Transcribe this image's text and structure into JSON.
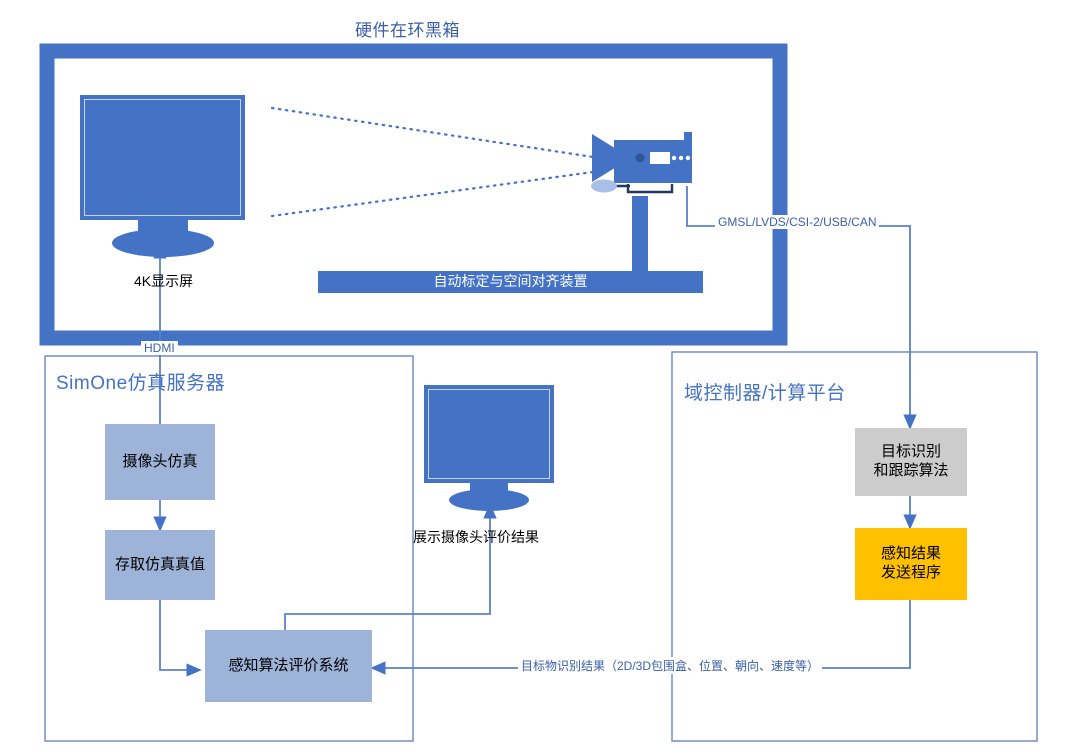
{
  "diagram": {
    "title": "硬件在环黑箱",
    "colors": {
      "frame_blue": "#4472C4",
      "panel_border": "#6A84C6",
      "light_blue_box": "#9DB3D8",
      "gray_box": "#CCCCCC",
      "orange_box": "#FFC000",
      "title_text": "#3A5FA8",
      "connector": "#5B81CE"
    }
  },
  "hil_box": {
    "monitor_label": "4K显示屏",
    "calibration_bar": "自动标定与空间对齐装置",
    "camera_icon": "video-camera-icon"
  },
  "simone_panel": {
    "title": "SimOne仿真服务器",
    "nodes": [
      {
        "id": "camera_sim",
        "label": "摄像头仿真"
      },
      {
        "id": "store_truth",
        "label": "存取仿真真值"
      },
      {
        "id": "eval_system",
        "label": "感知算法评价系统"
      }
    ],
    "display_label": "展示摄像头评价结果"
  },
  "domain_panel": {
    "title": "域控制器/计算平台",
    "nodes": [
      {
        "id": "detect_track",
        "label": "目标识别\n和跟踪算法"
      },
      {
        "id": "send_result",
        "label": "感知结果\n发送程序"
      }
    ]
  },
  "connections": [
    {
      "id": "hdmi",
      "label": "HDMI"
    },
    {
      "id": "sensor_bus",
      "label": "GMSL/LVDS/CSI-2/USB/CAN"
    },
    {
      "id": "perception_out",
      "label": "目标物识别结果（2D/3D包围盒、位置、朝向、速度等）"
    }
  ]
}
